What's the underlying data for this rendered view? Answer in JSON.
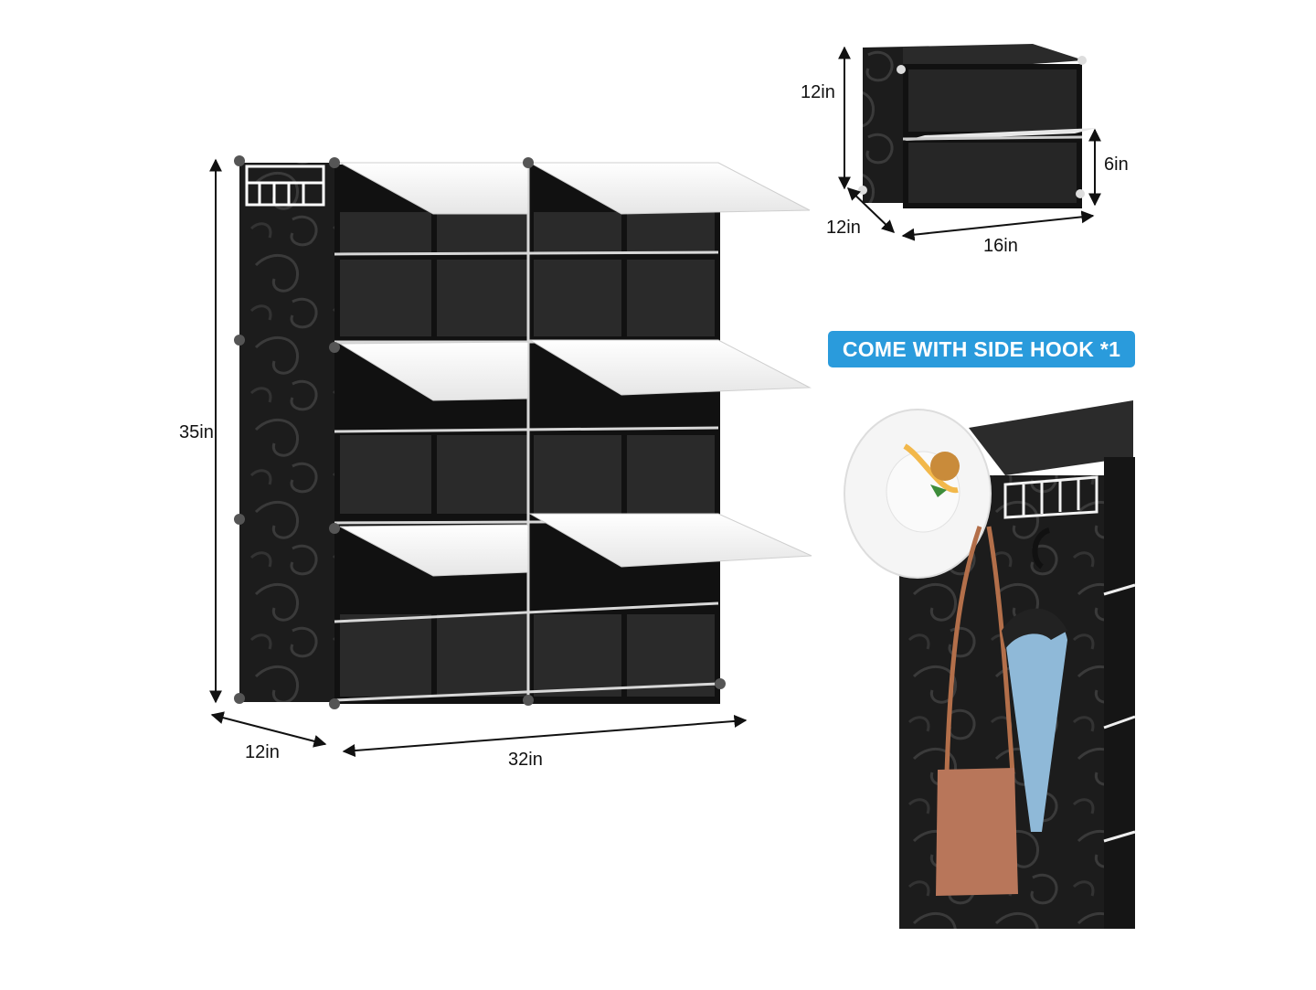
{
  "main_unit": {
    "height": "35in",
    "depth": "12in",
    "width": "32in"
  },
  "single_cube": {
    "height": "12in",
    "shelf_height": "6in",
    "depth": "12in",
    "width": "16in"
  },
  "badge": {
    "text": "COME WITH SIDE HOOK *1",
    "color": "#2a9bdc"
  }
}
